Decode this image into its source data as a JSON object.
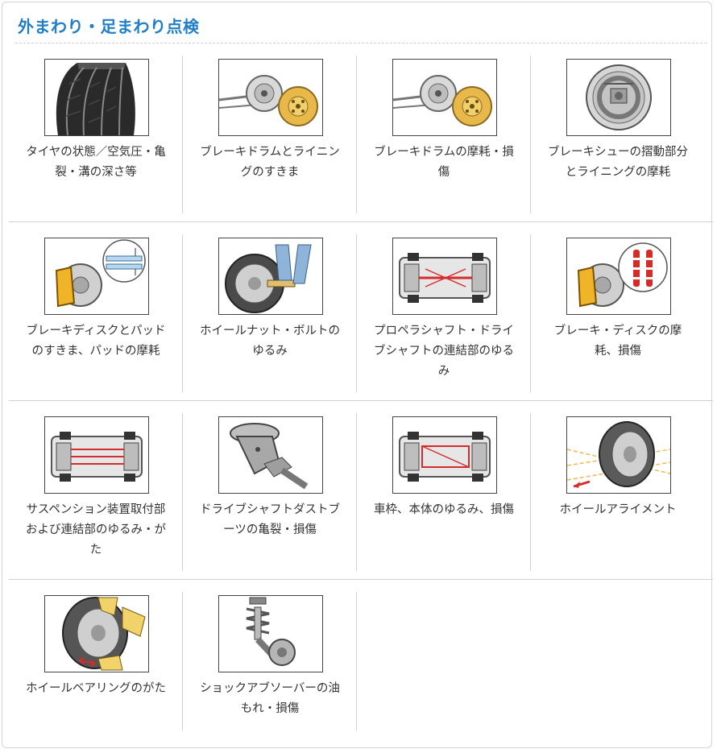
{
  "section": {
    "title": "外まわり・足まわり点検"
  },
  "items": [
    {
      "label": "タイヤの状態／空気圧・亀裂・溝の深さ等",
      "icon": "tire-tread-icon"
    },
    {
      "label": "ブレーキドラムとライニングのすきま",
      "icon": "brake-drum-clearance-icon"
    },
    {
      "label": "ブレーキドラムの摩耗・損傷",
      "icon": "brake-drum-wear-icon"
    },
    {
      "label": "ブレーキシューの摺動部分とライニングの摩耗",
      "icon": "brake-shoe-icon"
    },
    {
      "label": "ブレーキディスクとパッドのすきま、パッドの摩耗",
      "icon": "disc-pad-clearance-icon"
    },
    {
      "label": "ホイールナット・ボルトのゆるみ",
      "icon": "wheel-nut-wrench-icon"
    },
    {
      "label": "プロペラシャフト・ドライブシャフトの連結部のゆるみ",
      "icon": "chassis-propeller-shaft-icon"
    },
    {
      "label": "ブレーキ・ディスクの摩耗、損傷",
      "icon": "brake-disc-wear-icon"
    },
    {
      "label": "サスペンション装置取付部および連結部のゆるみ・がた",
      "icon": "chassis-suspension-icon"
    },
    {
      "label": "ドライブシャフトダストブーツの亀裂・損傷",
      "icon": "dust-boot-icon"
    },
    {
      "label": "車枠、本体のゆるみ、損傷",
      "icon": "chassis-frame-icon"
    },
    {
      "label": "ホイールアライメント",
      "icon": "wheel-alignment-icon"
    },
    {
      "label": "ホイールベアリングのがた",
      "icon": "wheel-bearing-icon"
    },
    {
      "label": "ショックアブソーバーの油もれ・損傷",
      "icon": "shock-absorber-icon"
    }
  ],
  "colors": {
    "title": "#1f7ec7",
    "accent_red": "#d42b2b",
    "part_yellow": "#f2c94c",
    "arm_blue": "#8fb4d9"
  }
}
